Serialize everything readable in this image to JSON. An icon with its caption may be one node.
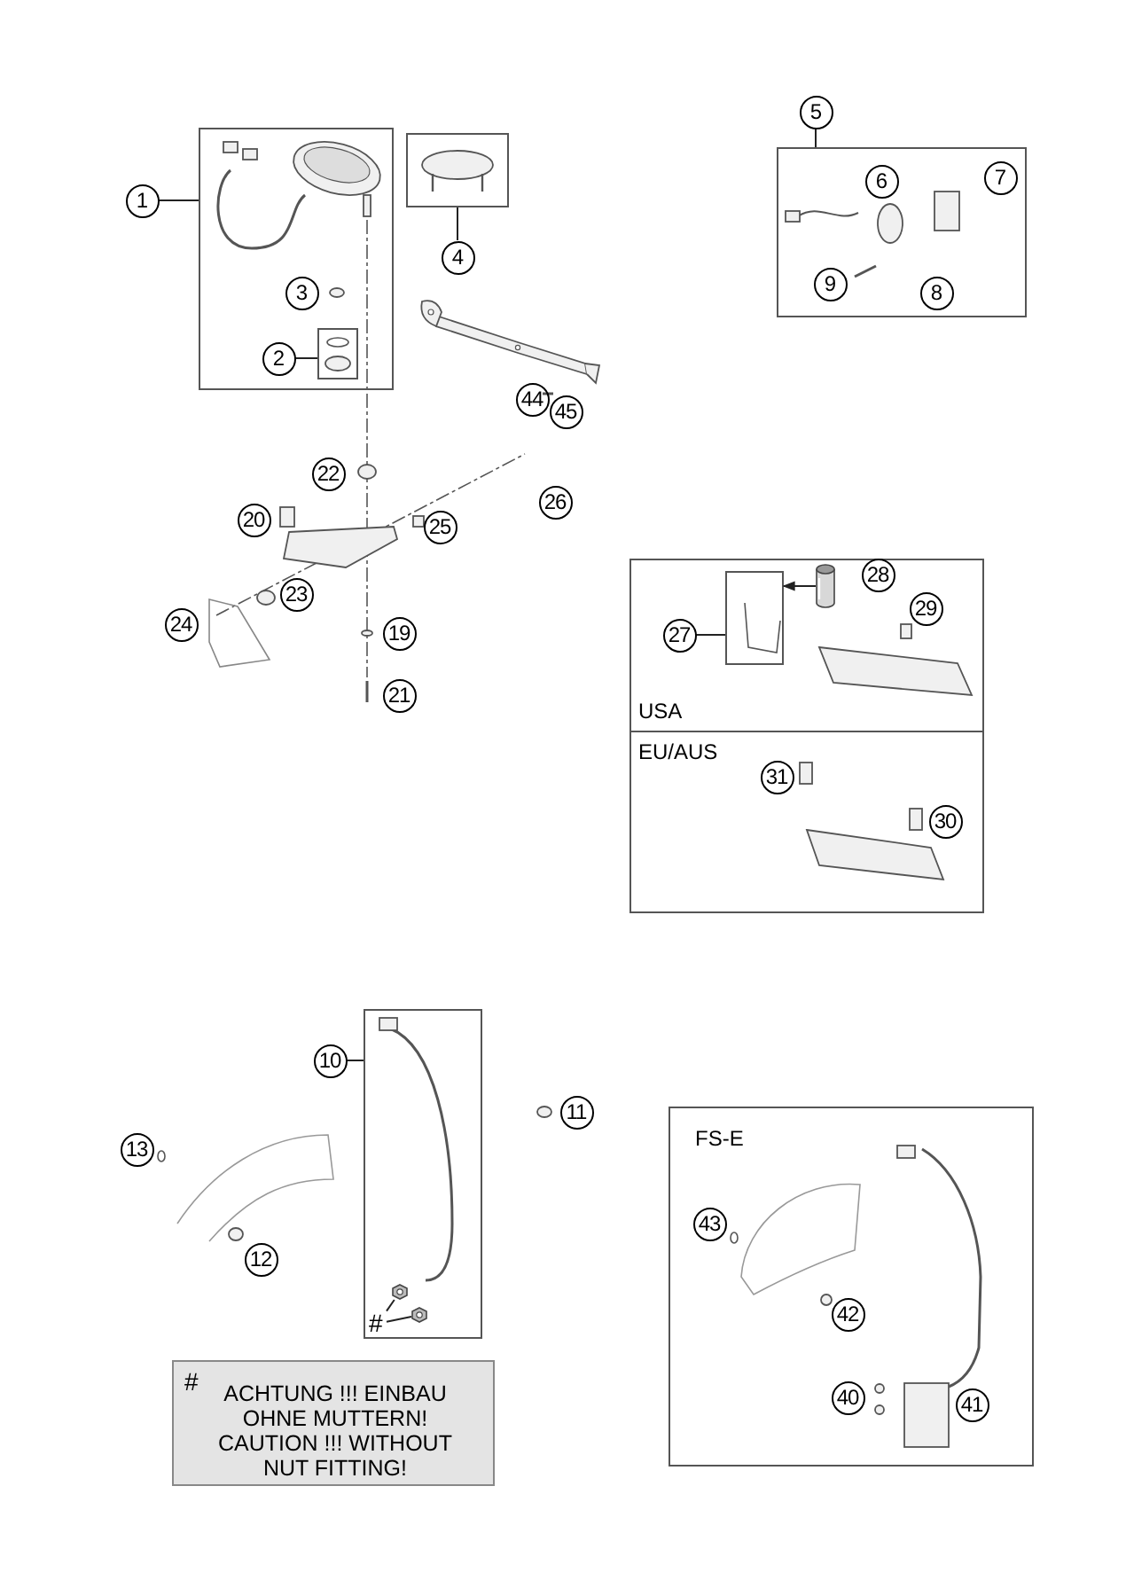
{
  "diagram": {
    "nodes": [
      {
        "text": [
          "1"
        ]
      },
      {
        "text": [],
        "shape": "box"
      },
      {
        "text": [
          "3"
        ],
        "in": 1
      },
      {
        "text": [
          "2"
        ],
        "in": 1
      },
      {
        "text": [],
        "shape": "box",
        "in": 1
      },
      {
        "text": [
          "4"
        ]
      },
      {
        "text": [],
        "shape": "box"
      },
      {
        "text": [
          "5"
        ]
      },
      {
        "text": [],
        "shape": "box"
      },
      {
        "text": [
          "6"
        ],
        "in": 8
      },
      {
        "text": [
          "7"
        ],
        "in": 8
      },
      {
        "text": [
          "9"
        ],
        "in": 8
      },
      {
        "text": [
          "8"
        ],
        "in": 8
      },
      {
        "text": [
          "44"
        ]
      },
      {
        "text": [
          "45"
        ]
      },
      {
        "text": [
          "22"
        ]
      },
      {
        "text": [
          "26"
        ]
      },
      {
        "text": [
          "20"
        ]
      },
      {
        "text": [
          "25"
        ]
      },
      {
        "text": [
          "23"
        ]
      },
      {
        "text": [
          "24"
        ]
      },
      {
        "text": [
          "19"
        ]
      },
      {
        "text": [
          "21"
        ]
      },
      {
        "text": [
          "USA"
        ]
      },
      {
        "text": [],
        "shape": "box",
        "in": 23
      },
      {
        "text": [
          "27"
        ],
        "in": 23
      },
      {
        "text": [],
        "shape": "cylinder",
        "in": 23
      },
      {
        "text": [
          "28"
        ],
        "in": 23
      },
      {
        "text": [
          "29"
        ],
        "in": 23
      },
      {
        "text": [
          "EU/AUS"
        ]
      },
      {
        "text": [
          "31"
        ],
        "in": 29
      },
      {
        "text": [
          "30"
        ],
        "in": 29
      },
      {
        "text": [
          "10"
        ]
      },
      {
        "text": [],
        "shape": "box"
      },
      {
        "text": [
          "#"
        ],
        "in": 33
      },
      {
        "text": [],
        "shape": "picture",
        "in": 33
      },
      {
        "text": [],
        "shape": "picture",
        "in": 33
      },
      {
        "text": [
          "11"
        ]
      },
      {
        "text": [
          "13"
        ]
      },
      {
        "text": [
          "12"
        ]
      },
      {
        "text": [
          "#",
          "ACHTUNG !!! EINBAU OHNE MUTTERN! CAUTION !!! WITHOUT NUT FITTING!"
        ]
      },
      {
        "text": [
          "FS-E"
        ]
      },
      {
        "text": [
          "43"
        ],
        "in": 41
      },
      {
        "text": [
          "42"
        ],
        "in": 41
      },
      {
        "text": [
          "40"
        ],
        "in": 41
      },
      {
        "text": [
          "41"
        ],
        "in": 41
      }
    ],
    "edges": [
      {
        "from": 0,
        "to": 1,
        "arrow": "none"
      },
      {
        "from": 3,
        "to": 4,
        "arrow": "none"
      },
      {
        "from": 5,
        "to": 6,
        "arrow": "none"
      },
      {
        "from": 7,
        "to": 8,
        "arrow": "none"
      },
      {
        "from": 25,
        "to": 24,
        "arrow": "none"
      },
      {
        "from": 32,
        "to": 33,
        "arrow": "none"
      },
      {
        "from": 34,
        "to": 35,
        "arrow": "none"
      },
      {
        "from": 34,
        "to": 36,
        "arrow": "none"
      },
      {
        "from": 26,
        "to": 24,
        "arrow": "to"
      }
    ]
  }
}
